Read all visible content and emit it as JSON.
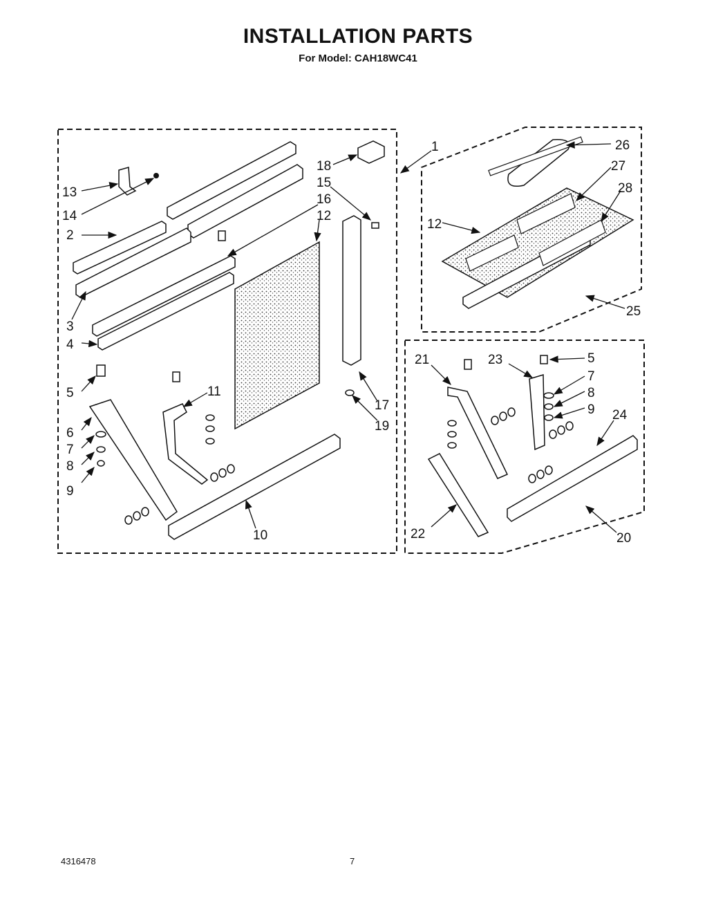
{
  "header": {
    "title": "INSTALLATION PARTS",
    "subtitle": "For Model: CAH18WC41"
  },
  "footer": {
    "doc_number": "4316478",
    "page_number": "7"
  },
  "callouts": {
    "main": [
      "13",
      "14",
      "2",
      "3",
      "4",
      "5",
      "6",
      "7",
      "8",
      "9",
      "11",
      "10",
      "18",
      "15",
      "16",
      "12",
      "17",
      "19",
      "1"
    ],
    "kit_top_right": [
      "26",
      "27",
      "28",
      "12",
      "25"
    ],
    "kit_bottom_right": [
      "21",
      "23",
      "5",
      "7",
      "8",
      "9",
      "24",
      "22",
      "20"
    ]
  }
}
